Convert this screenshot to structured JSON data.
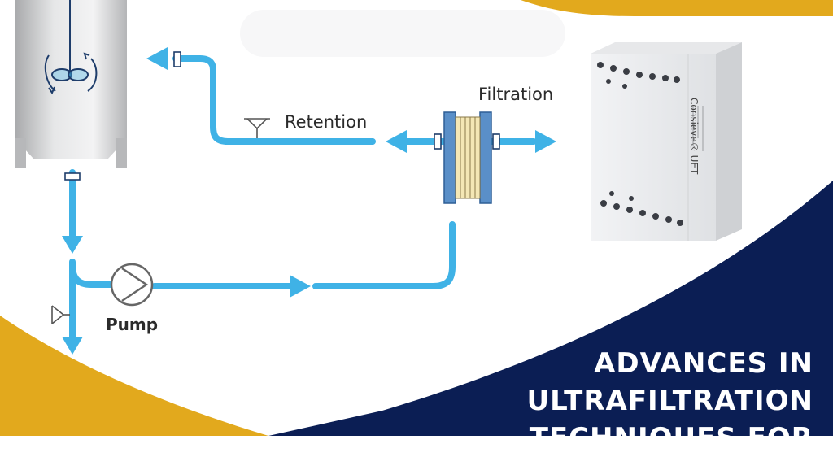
{
  "labels": {
    "filtration": "Filtration",
    "retention": "Retention",
    "pump": "Pump"
  },
  "headline": {
    "line1": "ADVANCES IN",
    "line2": "ULTRAFILTRATION",
    "line3": "TECHNIQUES FOR"
  },
  "product": {
    "brand": "Consieve® UET"
  },
  "icons": [
    "agitator-icon",
    "pump-icon",
    "valve-icon",
    "flow-direction-icon",
    "filter-cassette-icon"
  ],
  "colors": {
    "pipe": "#3fb2e6",
    "navy": "#0b1e54",
    "gold": "#e2a91d",
    "tank": "#c8c9cb",
    "filter_frame": "#5a8fc8",
    "filter_plates": "#f4e7b5"
  }
}
